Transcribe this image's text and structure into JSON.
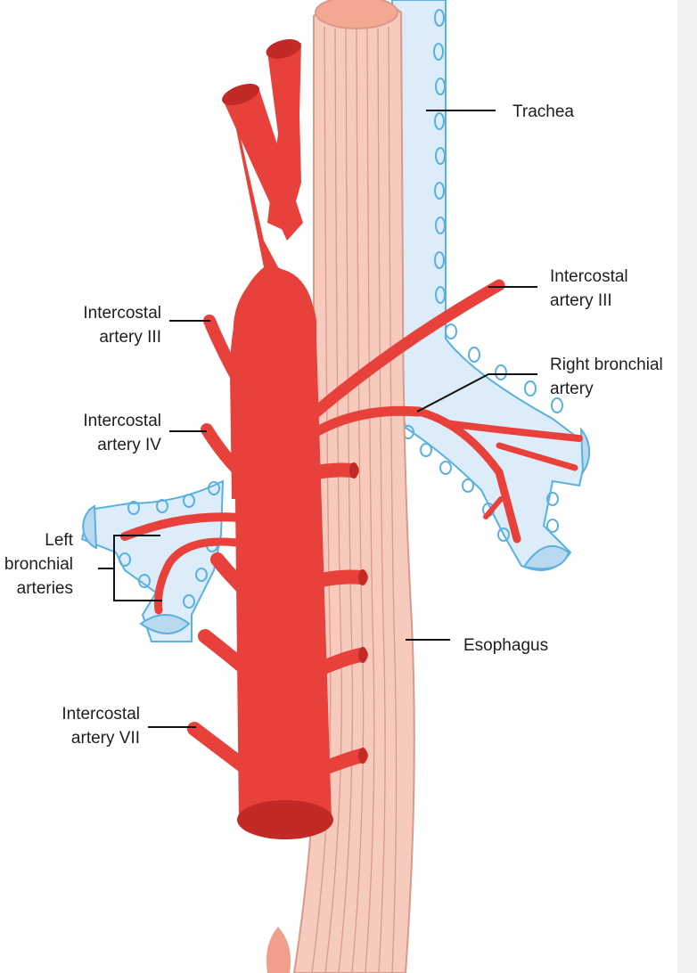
{
  "labels": {
    "trachea": "Trachea",
    "intercostal_iii_right": [
      "Intercostal",
      "artery III"
    ],
    "right_bronchial": [
      "Right bronchial",
      "artery"
    ],
    "intercostal_iii_left": [
      "Intercostal",
      "artery III"
    ],
    "intercostal_iv": [
      "Intercostal",
      "artery IV"
    ],
    "left_bronchial": [
      "Left",
      "bronchial",
      "arteries"
    ],
    "esophagus": "Esophagus",
    "intercostal_vii": [
      "Intercostal",
      "artery VII"
    ]
  },
  "colors": {
    "aorta": "#e8403a",
    "aorta_dark": "#c22a28",
    "esophagus": "#f6cbbd",
    "esophagus_stripe": "#d9998b",
    "trachea_fill": "#dcecf8",
    "trachea_outline": "#5ab1e0",
    "leader_line": "#111111"
  }
}
